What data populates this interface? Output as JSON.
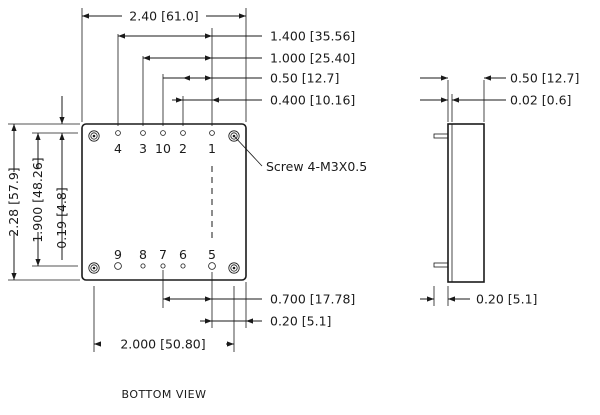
{
  "dimensions": {
    "overall_width": "2.40 [61.0]",
    "pin4_offset": "1.400 [35.56]",
    "pin3_offset": "1.000 [25.40]",
    "pin10_offset": "0.50 [12.7]",
    "pin2_offset": "0.400 [10.16]",
    "overall_height": "2.28 [57.9]",
    "pin_row_spacing": "1.900 [48.26]",
    "pin_row_inset": "0.19 [4.8]",
    "pin7_offset": "0.700 [17.78]",
    "pin5_inset": "0.20 [5.1]",
    "bottom_pin_span": "2.000 [50.80]",
    "side_height": "0.50 [12.7]",
    "side_standoff": "0.02 [0.6]",
    "side_pin_length": "0.20 [5.1]"
  },
  "pins": {
    "top": [
      "4",
      "3",
      "10",
      "2",
      "1"
    ],
    "bottom": [
      "9",
      "8",
      "7",
      "6",
      "5"
    ]
  },
  "screw_label": "Screw 4-M3X0.5",
  "view_label": "BOTTOM VIEW"
}
